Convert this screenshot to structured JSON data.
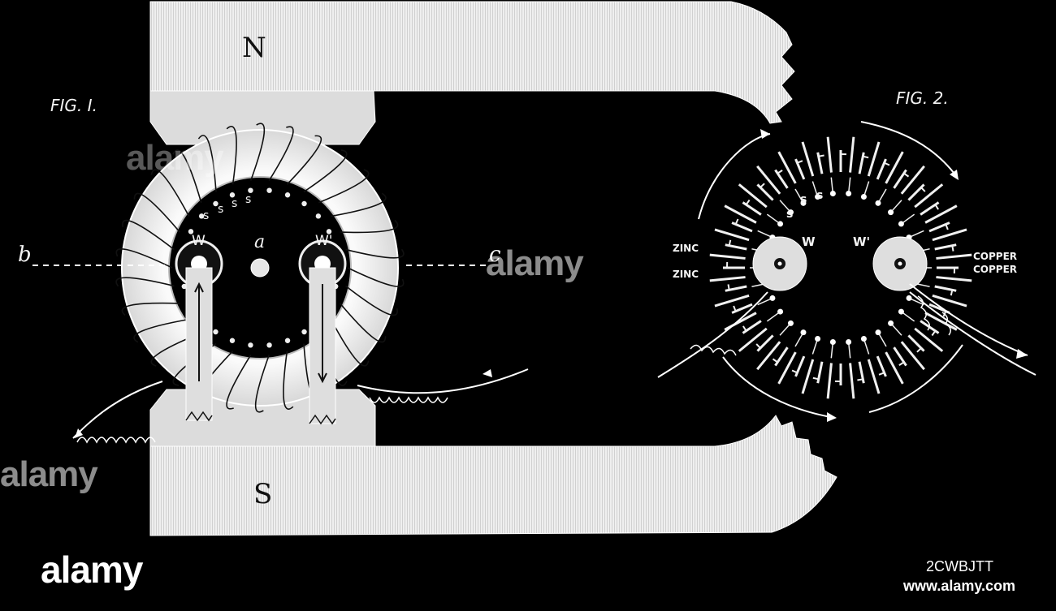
{
  "figure1": {
    "title": "FIG. I.",
    "north_label": "N",
    "south_label": "S",
    "pole_w": "W",
    "pole_w_prime": "W'",
    "center_a": "a",
    "line_b": "b",
    "line_c": "c",
    "s_marks": [
      "s",
      "s",
      "s",
      "s"
    ]
  },
  "figure2": {
    "title": "FIG. 2.",
    "zinc_labels": [
      "ZINC",
      "ZINC"
    ],
    "copper_labels": [
      "COPPER",
      "COPPER"
    ],
    "pole_w": "W",
    "pole_w_prime": "W'",
    "s_marks": [
      "s",
      "s",
      "s"
    ]
  },
  "watermark": {
    "brand": "alamy",
    "image_id": "2CWBJTT",
    "site": "www.alamy.com"
  },
  "colors": {
    "background": "#000000",
    "ink": "#f2f2f2",
    "shade": "#bdbdbd"
  }
}
